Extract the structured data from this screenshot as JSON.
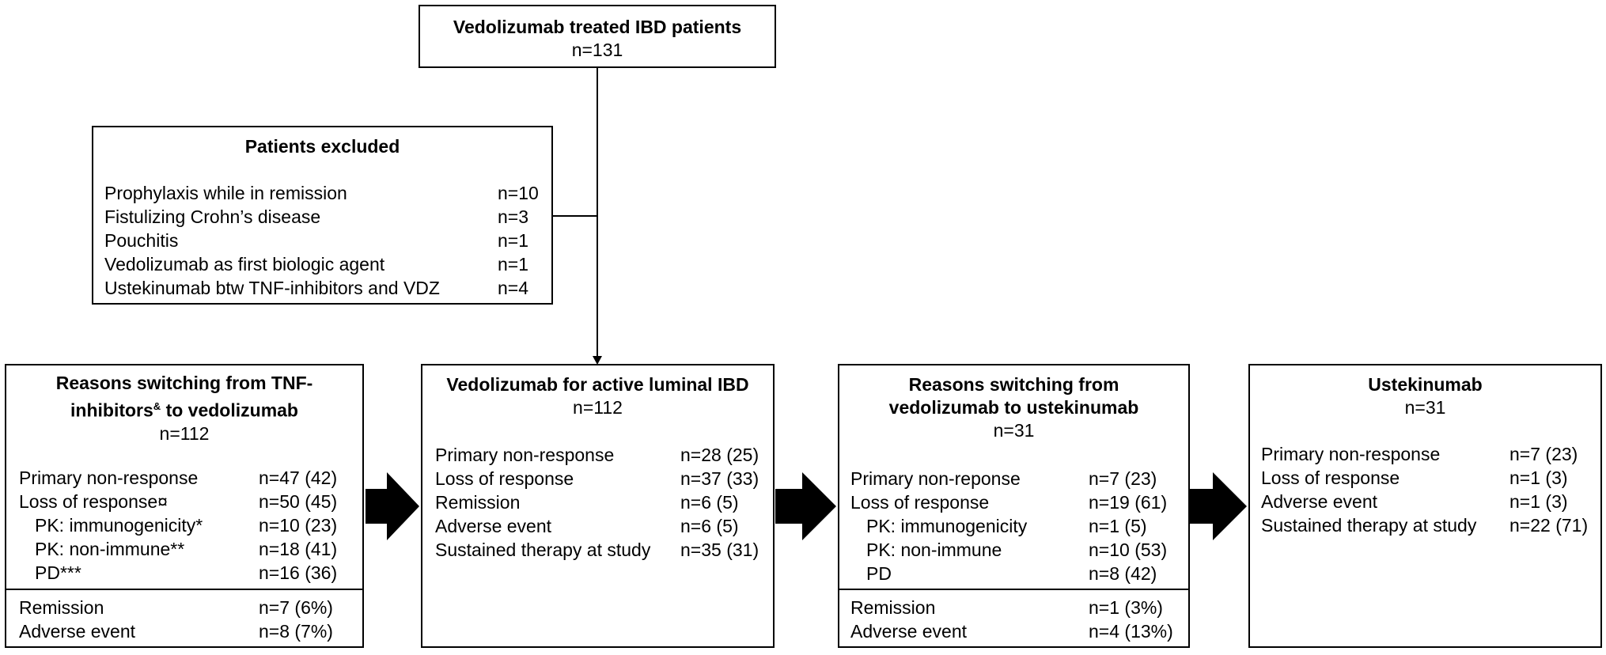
{
  "top_box": {
    "title": "Vedolizumab treated IBD patients",
    "count": "n=131"
  },
  "excluded": {
    "title": "Patients excluded",
    "rows": [
      {
        "label": "Prophylaxis while in remission",
        "value": "n=10"
      },
      {
        "label": "Fistulizing Crohn’s disease",
        "value": "n=3"
      },
      {
        "label": "Pouchitis",
        "value": "n=1"
      },
      {
        "label": "Vedolizumab as first biologic agent",
        "value": "n=1"
      },
      {
        "label": "Ustekinumab btw TNF-inhibitors and VDZ",
        "value": "n=4"
      }
    ]
  },
  "tnf_box": {
    "title_line1": "Reasons switching from TNF-",
    "title_line2_main": "inhibitors",
    "title_line2_sup": "&",
    "title_line2_rest": " to vedolizumab",
    "count": "n=112",
    "rows": [
      {
        "label": "Primary non-response",
        "value": "n=47 (42)"
      },
      {
        "label": "Loss of response¤",
        "value": "n=50 (45)"
      },
      {
        "label": "PK: immunogenicity*",
        "value": "n=10 (23)"
      },
      {
        "label": "PK: non-immune**",
        "value": "n=18 (41)"
      },
      {
        "label": "PD***",
        "value": "n=16 (36)"
      }
    ],
    "rows_after": [
      {
        "label": "Remission",
        "value": "n=7 (6%)"
      },
      {
        "label": "Adverse event",
        "value": "n=8 (7%)"
      }
    ]
  },
  "vdz_box": {
    "title": "Vedolizumab for active luminal IBD",
    "count": "n=112",
    "rows": [
      {
        "label": "Primary non-response",
        "value": "n=28 (25)"
      },
      {
        "label": "Loss of response",
        "value": "n=37 (33)"
      },
      {
        "label": "Remission",
        "value": "n=6 (5)"
      },
      {
        "label": "Adverse event",
        "value": "n=6 (5)"
      },
      {
        "label": "Sustained therapy at study",
        "value": "n=35 (31)"
      }
    ]
  },
  "ust_switch_box": {
    "title_line1": "Reasons switching from",
    "title_line2": "vedolizumab to ustekinumab",
    "count": "n=31",
    "rows": [
      {
        "label": "Primary non-reponse",
        "value": "n=7 (23)"
      },
      {
        "label": "Loss of response",
        "value": "n=19 (61)"
      },
      {
        "label": "PK: immunogenicity",
        "value": "n=1 (5)"
      },
      {
        "label": "PK: non-immune",
        "value": "n=10 (53)"
      },
      {
        "label": "PD",
        "value": "n=8 (42)"
      }
    ],
    "rows_after": [
      {
        "label": "Remission",
        "value": "n=1 (3%)"
      },
      {
        "label": "Adverse event",
        "value": "n=4 (13%)"
      }
    ]
  },
  "ust_box": {
    "title": "Ustekinumab",
    "count": "n=31",
    "rows": [
      {
        "label": "Primary non-response",
        "value": "n=7 (23)"
      },
      {
        "label": "Loss of response",
        "value": "n=1 (3)"
      },
      {
        "label": "Adverse event",
        "value": "n=1 (3)"
      },
      {
        "label": "Sustained therapy at study",
        "value": "n=22 (71)"
      }
    ]
  }
}
